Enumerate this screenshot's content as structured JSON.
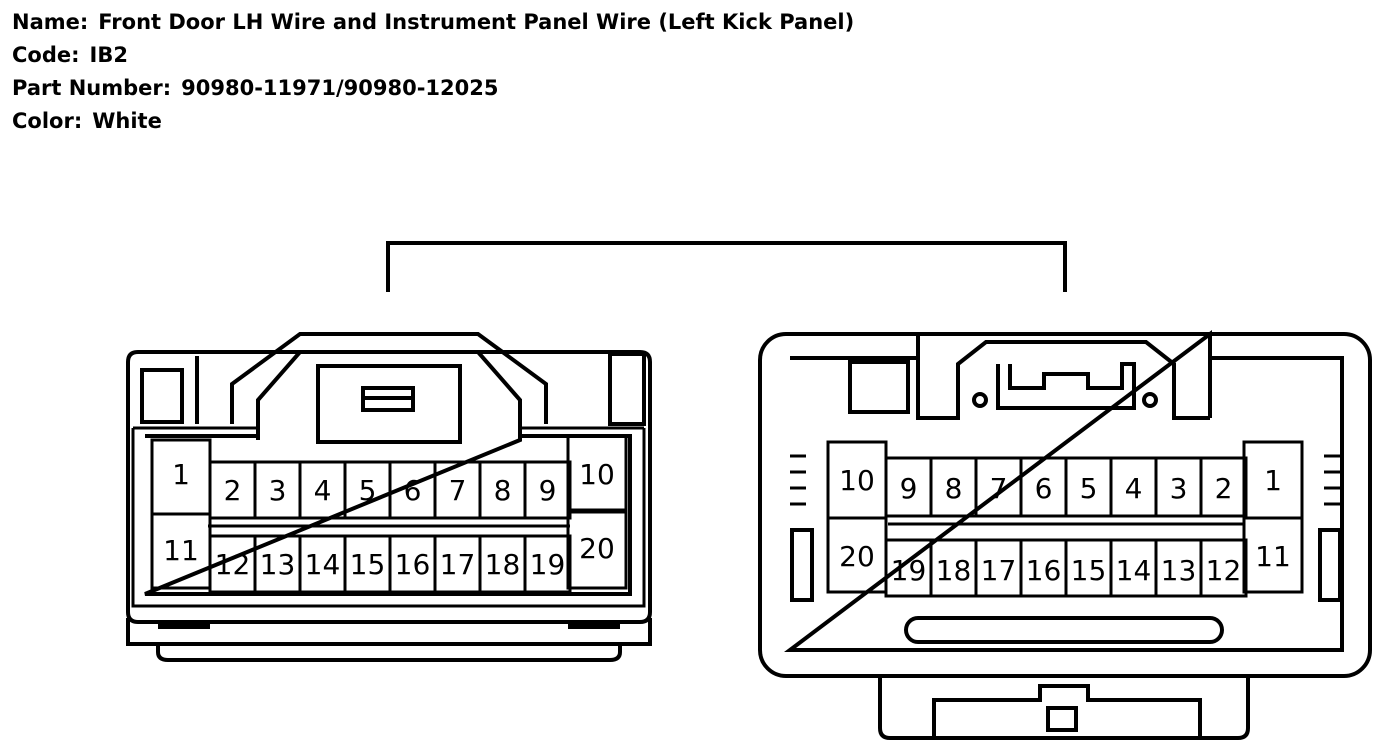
{
  "info": {
    "name_label": "Name:",
    "name_value": "Front Door LH Wire and Instrument Panel Wire (Left Kick Panel)",
    "code_label": "Code:",
    "code_value": "IB2",
    "part_label": "Part Number:",
    "part_value": "90980-11971/90980-12025",
    "color_label": "Color:",
    "color_value": "White"
  },
  "connectors": {
    "left": {
      "pins": [
        "1",
        "2",
        "3",
        "4",
        "5",
        "6",
        "7",
        "8",
        "9",
        "10",
        "11",
        "12",
        "13",
        "14",
        "15",
        "16",
        "17",
        "18",
        "19",
        "20"
      ]
    },
    "right": {
      "pins": [
        "1",
        "2",
        "3",
        "4",
        "5",
        "6",
        "7",
        "8",
        "9",
        "10",
        "11",
        "12",
        "13",
        "14",
        "15",
        "16",
        "17",
        "18",
        "19",
        "20"
      ]
    }
  }
}
